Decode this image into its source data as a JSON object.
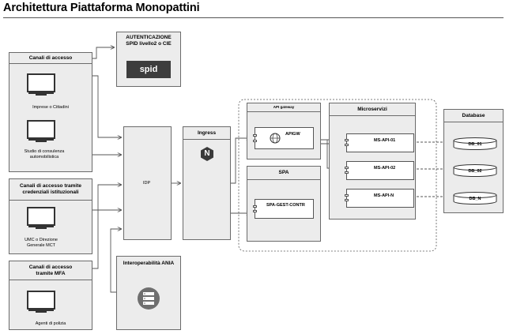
{
  "title": "Architettura Piattaforma Monopattini",
  "colors": {
    "box_fill": "#ececec",
    "border": "#6b6b6b",
    "arrow": "#555555",
    "spid_bg": "#3d3d3d",
    "nginx": "#3a3a3a"
  },
  "canali_accesso": {
    "title": "Canali di accesso",
    "items": [
      "Imprese o Cittadini",
      "Studio di consulenza automobilistica"
    ]
  },
  "canali_credenziali": {
    "title": "Canali di accesso tramite credenziali istituzionali",
    "items": [
      "UMC o Direzione Generale MCT"
    ]
  },
  "canali_mfa": {
    "title": "Canali di accesso tramite MFA",
    "items": [
      "Agenti di polizia"
    ]
  },
  "autenticazione": {
    "title": "AUTENTICAZIONE SPID livello2 o CIE",
    "logo": "spid"
  },
  "idp": {
    "label": "IDP"
  },
  "ingress": {
    "title": "Ingress",
    "icon": "nginx-icon",
    "icon_letter": "N"
  },
  "interoperabilita": {
    "title": "Interoperabilità ANIA",
    "icon": "server-icon"
  },
  "api_gateway": {
    "title": "API gateway",
    "component": "APIGW"
  },
  "spa": {
    "title": "SPA",
    "component": "SPA-GEST-CONTR"
  },
  "microservizi": {
    "title": "Microservizi",
    "components": [
      "MS-API-01",
      "MS-API-02",
      "MS-API-N"
    ]
  },
  "database": {
    "title": "Database",
    "items": [
      "DB_01",
      "DB_02",
      "DB_N"
    ]
  }
}
